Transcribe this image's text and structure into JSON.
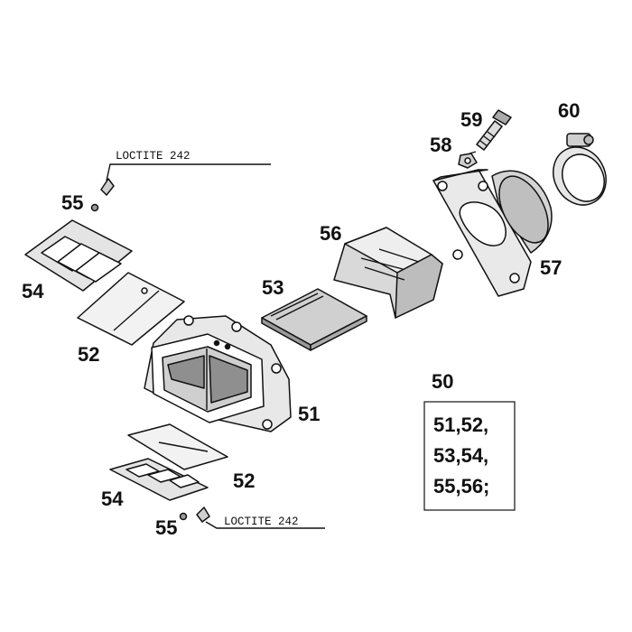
{
  "diagram": {
    "callouts": {
      "c51": "51",
      "c52_top": "52",
      "c52_bottom": "52",
      "c53": "53",
      "c54_top": "54",
      "c54_bottom": "54",
      "c55_top": "55",
      "c55_bottom": "55",
      "c56": "56",
      "c57": "57",
      "c58": "58",
      "c59": "59",
      "c60": "60",
      "c50": "50"
    },
    "notes": {
      "loctite_top": "LOCTITE 242",
      "loctite_bottom": "LOCTITE 242"
    },
    "kit_box": {
      "lines": [
        "51,52,",
        "53,54,",
        "55,56;"
      ]
    }
  }
}
